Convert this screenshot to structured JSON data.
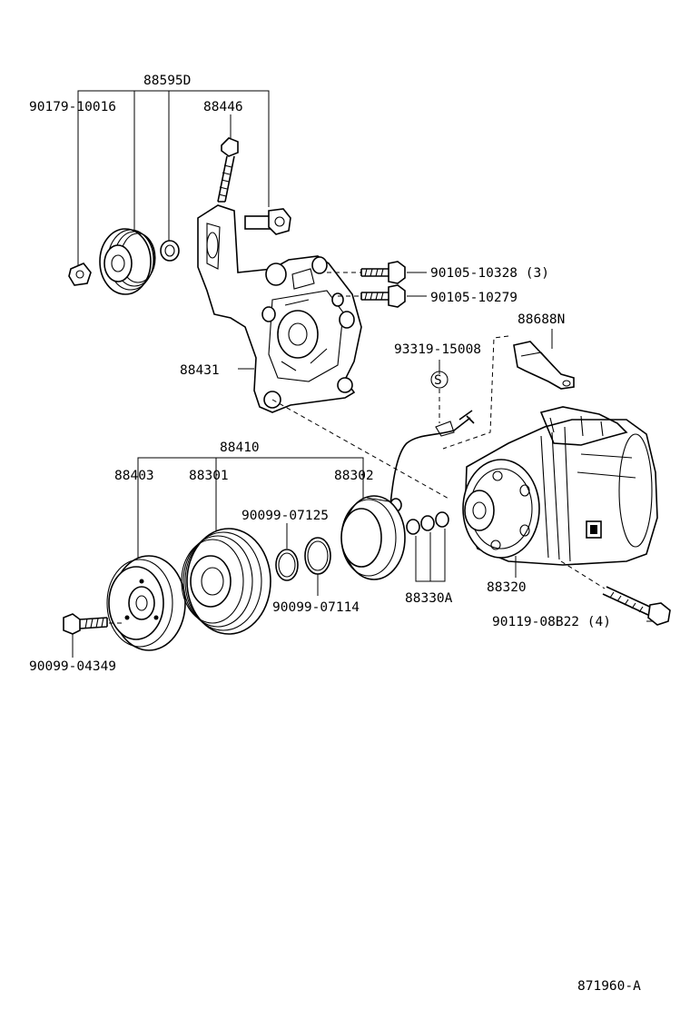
{
  "diagram_id": "871960-A",
  "labels": {
    "p88595D": "88595D",
    "p90179_10016": "90179-10016",
    "p88446": "88446",
    "p90105_10328": "90105-10328 (3)",
    "p90105_10279": "90105-10279",
    "p88688N": "88688N",
    "p93319_15008": "93319-15008",
    "p88431": "88431",
    "s_mark": "S",
    "p88410": "88410",
    "p88403": "88403",
    "p88301": "88301",
    "p88302": "88302",
    "p90099_07125": "90099-07125",
    "p90099_07114": "90099-07114",
    "p88330A": "88330A",
    "p88320": "88320",
    "p90119_08B22": "90119-08B22 (4)",
    "p90099_04349": "90099-04349"
  }
}
